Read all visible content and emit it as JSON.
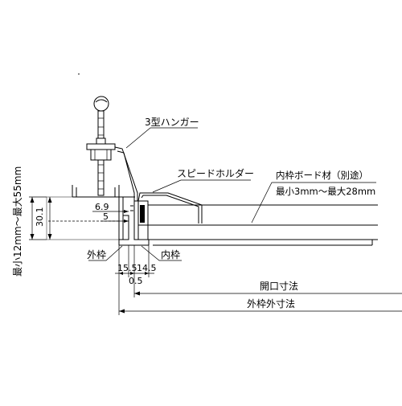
{
  "labels": {
    "hanger": "3型ハンガー",
    "speed_holder": "スピードホルダー",
    "inner_board_title": "内枠ボード材（別途）",
    "inner_board_range": "最小3mm～最大28mm",
    "outer_frame": "外枠",
    "inner_frame": "内枠",
    "ceiling_thickness": "最小12mm～最大55mm",
    "opening_dim": "開口寸法",
    "outer_dim": "外枠外寸法"
  },
  "dimensions": {
    "d_30_1": "30.1",
    "d_6_9": "6.9",
    "d_5": "5",
    "d_15_5": "15.5",
    "d_14_5": "14.5",
    "d_0_5": "0.5"
  }
}
